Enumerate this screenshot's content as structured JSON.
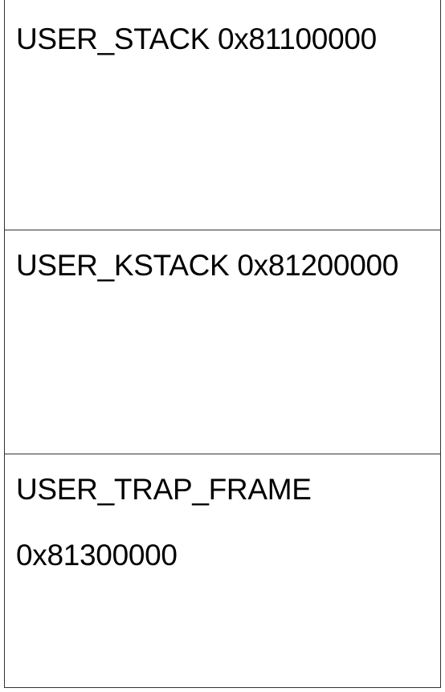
{
  "regions": [
    {
      "lines": [
        "USER_STACK 0x81100000"
      ]
    },
    {
      "lines": [
        "USER_KSTACK 0x81200000"
      ]
    },
    {
      "lines": [
        "USER_TRAP_FRAME",
        "0x81300000"
      ]
    }
  ]
}
